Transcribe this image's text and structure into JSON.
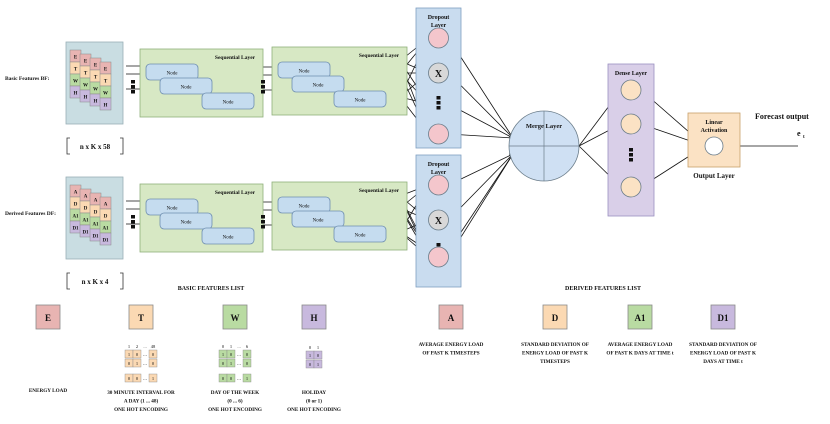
{
  "inputs": {
    "basic_label": "Basic Features BF:",
    "derived_label": "Derived Features DF:",
    "basic_shape": "n x K x 58",
    "derived_shape": "n x K x 4",
    "basic_stack_letters": [
      "E",
      "T",
      "W",
      "H"
    ],
    "derived_stack_letters": [
      "A",
      "D",
      "A1",
      "D1"
    ]
  },
  "sequential_label": "Sequential Layer",
  "node_label": "Node",
  "dropout_label": "Dropout Layer",
  "dropout_x": "X",
  "merge_label": "Merge Layer",
  "dense_label": "Dense Layer",
  "activation_label": "Linear Activation",
  "output_layer_label": "Output Layer",
  "forecast_label": "Forecast output",
  "forecast_symbol": "e",
  "forecast_subscript": "t",
  "basic_list_title": "BASIC FEATURES LIST",
  "derived_list_title": "DERIVED FEATURES LIST",
  "legend_basic": [
    {
      "key": "E",
      "color": "#e8b4b2",
      "lines": [
        "ENERGY LOAD"
      ]
    },
    {
      "key": "T",
      "color": "#fbd9b3",
      "lines": [
        "30 MINUTE INTERVAL FOR",
        "A DAY (1 ... 48)",
        "ONE HOT ENCODING"
      ]
    },
    {
      "key": "W",
      "color": "#b9dba2",
      "lines": [
        "DAY OF THE WEEK",
        "(0 ... 6)",
        "ONE HOT ENCODING"
      ]
    },
    {
      "key": "H",
      "color": "#c8b9de",
      "lines": [
        "HOLIDAY",
        "(0 or 1)",
        "ONE HOT ENCODING"
      ]
    }
  ],
  "legend_derived": [
    {
      "key": "A",
      "color": "#e8b4b2",
      "lines": [
        "AVERAGE ENERGY LOAD",
        "OF PAST K TIMESTEPS"
      ]
    },
    {
      "key": "D",
      "color": "#fbd9b3",
      "lines": [
        "STANDARD DEVIATION OF",
        "ENERGY LOAD OF PAST K",
        "TIMESTEPS"
      ]
    },
    {
      "key": "A1",
      "color": "#b9dba2",
      "lines": [
        "AVERAGE ENERGY LOAD",
        "OF PAST K DAYS AT TIME t"
      ]
    },
    {
      "key": "D1",
      "color": "#c8b9de",
      "lines": [
        "STANDARD DEVIATION OF",
        "ENERGY LOAD OF PAST K",
        "DAYS AT TIME t"
      ]
    }
  ],
  "matrix_T": {
    "header": [
      "1",
      "2",
      "...",
      "48"
    ],
    "rows": [
      [
        "1",
        "0",
        "...",
        "0"
      ],
      [
        "0",
        "1",
        "...",
        "0"
      ],
      [
        "0",
        "0",
        "...",
        "1"
      ]
    ]
  },
  "matrix_W": {
    "header": [
      "0",
      "1",
      "...",
      "6"
    ],
    "rows": [
      [
        "1",
        "0",
        "...",
        "0"
      ],
      [
        "0",
        "1",
        "...",
        "0"
      ],
      [
        "0",
        "0",
        "...",
        "1"
      ]
    ]
  },
  "matrix_H": {
    "header": [
      "0",
      "1"
    ],
    "rows": [
      [
        "1",
        "0"
      ],
      [
        "0",
        "1"
      ]
    ]
  },
  "colors": {
    "input_panel": "#c9dde2",
    "sequential": "#d7e8c4",
    "node": "#c5dcef",
    "dropout": "#c9dcef",
    "neuron": "#f4c6cc",
    "merge": "#cfe0f3",
    "dense": "#d9cfe8",
    "activation": "#fbe2c4"
  }
}
